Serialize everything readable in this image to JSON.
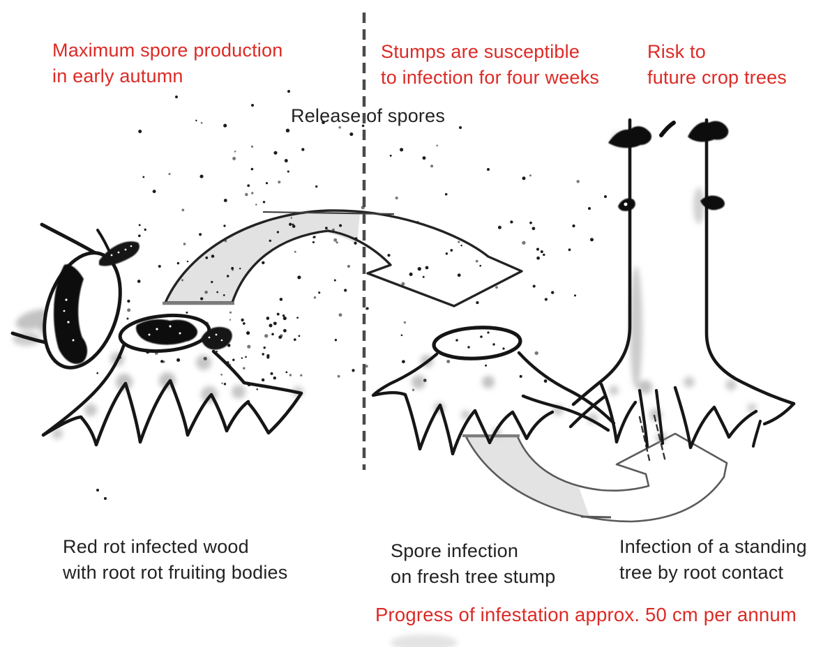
{
  "labels": {
    "top_left": {
      "line1": "Maximum spore production",
      "line2": "in early autumn"
    },
    "top_middle": {
      "line1": "Stumps are susceptible",
      "line2": "to infection for four weeks"
    },
    "top_right": {
      "line1": "Risk to",
      "line2": "future crop trees"
    },
    "release_of_spores": "Release of spores",
    "bottom_left": {
      "line1": "Red rot infected wood",
      "line2": "with root rot fruiting bodies"
    },
    "bottom_middle": {
      "line1": "Spore infection",
      "line2": "on fresh tree stump"
    },
    "bottom_right": {
      "line1": "Infection of a standing",
      "line2": "tree by root contact"
    },
    "progress_note": "Progress of infestation approx. 50 cm per annum"
  },
  "colors": {
    "red_text": "#dc2a25",
    "black_text": "#222222",
    "arrow_fill_gray": "#e2e2e2",
    "outline_dark": "#1a1a1a",
    "background": "#ffffff"
  }
}
